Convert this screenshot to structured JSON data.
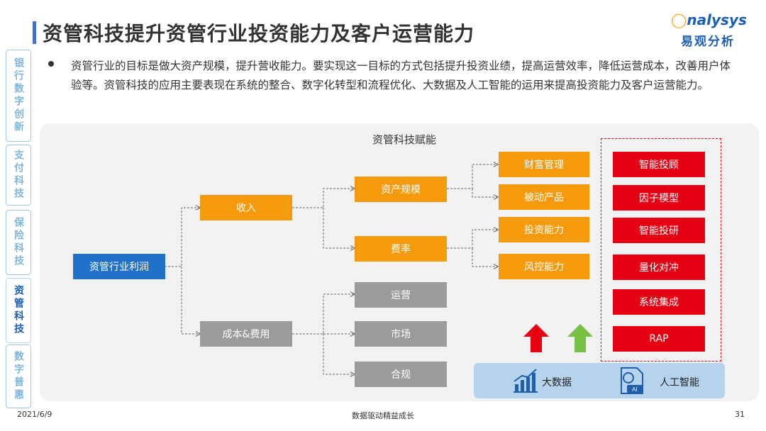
{
  "header": {
    "title": "资管科技提升资管行业投资能力及客户运营能力"
  },
  "logo": {
    "en_prefix": "",
    "en_o": "",
    "en_rest": "nalysys",
    "cn": "易观分析"
  },
  "sidebar": {
    "items": [
      {
        "label": "银行数字创新",
        "active": false
      },
      {
        "label": "支付科技",
        "active": false
      },
      {
        "label": "保险科技",
        "active": false
      },
      {
        "label": "资管科技",
        "active": true
      },
      {
        "label": "数字普惠",
        "active": false
      }
    ]
  },
  "intro": "资管行业的目标是做大资产规模，提升营收能力。要实现这一目标的方式包括提升投资业绩，提高运营效率，降低运营成本，改善用户体验等。资管科技的应用主要表现在系统的整合、数字化转型和流程优化、大数据及人工智能的运用来提高投资能力及客户运营能力。",
  "diagram": {
    "title": "资管科技赋能",
    "root": "资管行业利润",
    "level1": {
      "income": "收入",
      "cost": "成本&费用"
    },
    "income_children": {
      "aum": "资产规模",
      "fee": "费率"
    },
    "aum_children": [
      "财富管理",
      "被动产品"
    ],
    "fee_children": [
      "投资能力",
      "风控能力"
    ],
    "cost_children": [
      "运营",
      "市场",
      "合规"
    ],
    "tech_items": [
      "智能投顾",
      "因子模型",
      "智能投研",
      "量化对冲",
      "系统集成",
      "RAP"
    ],
    "enablers": {
      "big_data": "大数据",
      "ai": "人工智能",
      "ai_badge": "AI"
    },
    "colors": {
      "blue": "#1f72c8",
      "orange": "#f59a0c",
      "gray": "#9b9b9b",
      "red": "#e60012",
      "green": "#77c043"
    }
  },
  "footer": {
    "date": "2021/6/9",
    "center": "数据驱动精益成长",
    "page": "31"
  }
}
